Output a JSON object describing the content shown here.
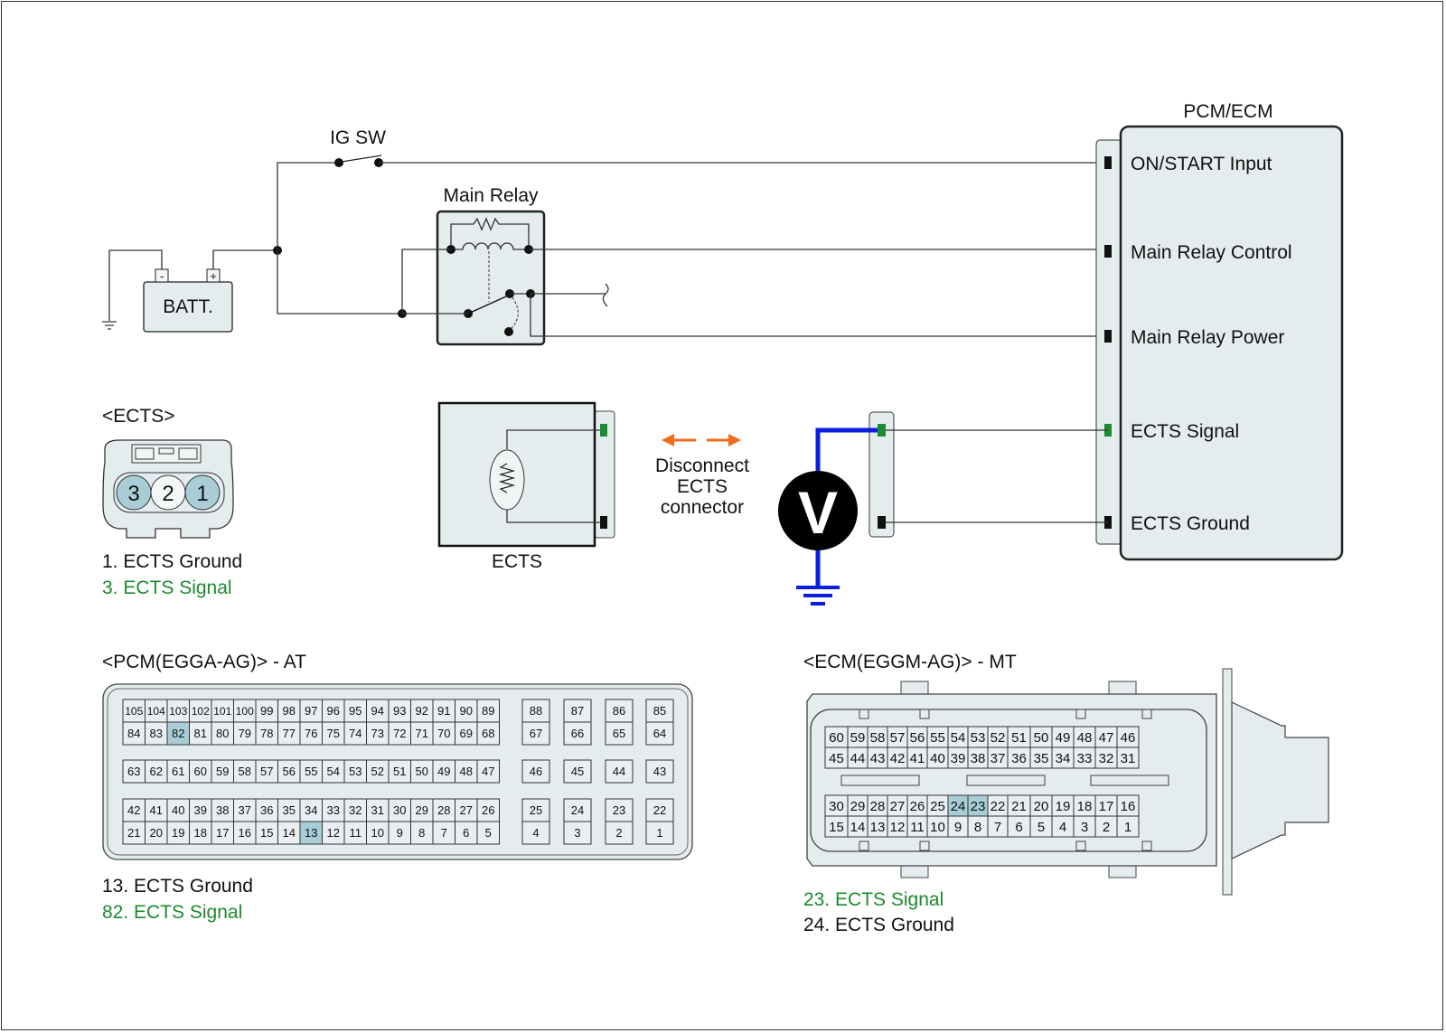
{
  "diagram": {
    "type": "wiring-schematic",
    "components": {
      "battery": {
        "label": "BATT.",
        "neg_terminal": "-",
        "pos_terminal": "+"
      },
      "ignition_switch": {
        "label": "IG SW"
      },
      "main_relay": {
        "label": "Main Relay"
      },
      "module": {
        "label": "PCM/ECM",
        "pins": [
          {
            "label": "ON/START Input",
            "color": "#111111"
          },
          {
            "label": "Main Relay Control",
            "color": "#111111"
          },
          {
            "label": "Main Relay Power",
            "color": "#111111"
          },
          {
            "label": "ECTS Signal",
            "color": "#1c8a2e"
          },
          {
            "label": "ECTS Ground",
            "color": "#111111"
          }
        ]
      },
      "sensor": {
        "label": "ECTS"
      },
      "action": {
        "lines": [
          "Disconnect",
          "ECTS",
          "connector"
        ],
        "arrow_color": "#f26a1b"
      },
      "voltmeter": {
        "symbol": "V",
        "lead_color": "#0a1ee0"
      }
    },
    "ects_connector": {
      "title": "<ECTS>",
      "pins": [
        "3",
        "2",
        "1"
      ],
      "highlighted": [
        "3",
        "1"
      ],
      "legend": [
        {
          "text": "1. ECTS Ground",
          "color": "#111111"
        },
        {
          "text": "3. ECTS Signal",
          "color": "#1c8a2e"
        }
      ]
    },
    "pcm_connector": {
      "title": "<PCM(EGGA-AG)> - AT",
      "main_block": {
        "row1": [
          "105",
          "104",
          "103",
          "102",
          "101",
          "100",
          "99",
          "98",
          "97",
          "96",
          "95",
          "94",
          "93",
          "92",
          "91",
          "90",
          "89"
        ],
        "row2": [
          "84",
          "83",
          "82",
          "81",
          "80",
          "79",
          "78",
          "77",
          "76",
          "75",
          "74",
          "73",
          "72",
          "71",
          "70",
          "69",
          "68"
        ],
        "row3": [
          "63",
          "62",
          "61",
          "60",
          "59",
          "58",
          "57",
          "56",
          "55",
          "54",
          "53",
          "52",
          "51",
          "50",
          "49",
          "48",
          "47"
        ],
        "row4": [
          "42",
          "41",
          "40",
          "39",
          "38",
          "37",
          "36",
          "35",
          "34",
          "33",
          "32",
          "31",
          "30",
          "29",
          "28",
          "27",
          "26"
        ],
        "row5": [
          "21",
          "20",
          "19",
          "18",
          "17",
          "16",
          "15",
          "14",
          "13",
          "12",
          "11",
          "10",
          "9",
          "8",
          "7",
          "6",
          "5"
        ]
      },
      "side_columns": [
        [
          "88",
          "67",
          "46",
          "25",
          "4"
        ],
        [
          "87",
          "66",
          "45",
          "24",
          "3"
        ],
        [
          "86",
          "65",
          "44",
          "23",
          "2"
        ],
        [
          "85",
          "64",
          "43",
          "22",
          "1"
        ]
      ],
      "highlighted": [
        "82",
        "13"
      ],
      "legend": [
        {
          "text": "13. ECTS Ground",
          "color": "#111111"
        },
        {
          "text": "82. ECTS Signal",
          "color": "#1c8a2e"
        }
      ]
    },
    "ecm_connector": {
      "title": "<ECM(EGGM-AG)> - MT",
      "rows": [
        [
          "60",
          "59",
          "58",
          "57",
          "56",
          "55",
          "54",
          "53",
          "52",
          "51",
          "50",
          "49",
          "48",
          "47",
          "46"
        ],
        [
          "45",
          "44",
          "43",
          "42",
          "41",
          "40",
          "39",
          "38",
          "37",
          "36",
          "35",
          "34",
          "33",
          "32",
          "31"
        ],
        [
          "30",
          "29",
          "28",
          "27",
          "26",
          "25",
          "24",
          "23",
          "22",
          "21",
          "20",
          "19",
          "18",
          "17",
          "16"
        ],
        [
          "15",
          "14",
          "13",
          "12",
          "11",
          "10",
          "9",
          "8",
          "7",
          "6",
          "5",
          "4",
          "3",
          "2",
          "1"
        ]
      ],
      "highlighted": [
        "24",
        "23"
      ],
      "legend": [
        {
          "text": "23. ECTS Signal",
          "color": "#1c8a2e"
        },
        {
          "text": "24. ECTS Ground",
          "color": "#111111"
        }
      ]
    }
  }
}
